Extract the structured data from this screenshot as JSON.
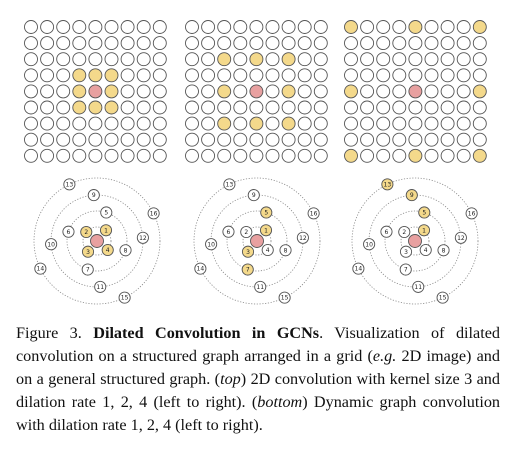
{
  "colors": {
    "empty_fill": "#ffffff",
    "node_stroke": "#555555",
    "neighbor_fill": "#f4d98b",
    "center_fill": "#e8a0a0",
    "orbit_stroke": "#888888"
  },
  "grid_panels": [
    {
      "dilation": 1,
      "center": [
        4,
        4
      ],
      "highlight_offsets": [
        [
          -1,
          -1
        ],
        [
          -1,
          0
        ],
        [
          -1,
          1
        ],
        [
          0,
          -1
        ],
        [
          0,
          1
        ],
        [
          1,
          -1
        ],
        [
          1,
          0
        ],
        [
          1,
          1
        ]
      ]
    },
    {
      "dilation": 2,
      "center": [
        4,
        4
      ],
      "highlight_offsets": [
        [
          -2,
          -2
        ],
        [
          -2,
          0
        ],
        [
          -2,
          2
        ],
        [
          0,
          -2
        ],
        [
          0,
          2
        ],
        [
          2,
          -2
        ],
        [
          2,
          0
        ],
        [
          2,
          2
        ]
      ]
    },
    {
      "dilation": 4,
      "center": [
        4,
        4
      ],
      "highlight_offsets": [
        [
          -4,
          -4
        ],
        [
          -4,
          0
        ],
        [
          -4,
          4
        ],
        [
          0,
          -4
        ],
        [
          0,
          4
        ],
        [
          4,
          -4
        ],
        [
          4,
          0
        ],
        [
          4,
          4
        ]
      ]
    }
  ],
  "graph_nodes": [
    "1",
    "2",
    "3",
    "4",
    "5",
    "6",
    "7",
    "8",
    "9",
    "10",
    "11",
    "12",
    "13",
    "14",
    "15",
    "16"
  ],
  "graph_panels": [
    {
      "dilation": 1,
      "highlighted": [
        "1",
        "2",
        "3",
        "4"
      ]
    },
    {
      "dilation": 2,
      "highlighted": [
        "1",
        "3",
        "5",
        "7"
      ]
    },
    {
      "dilation": 4,
      "highlighted": [
        "1",
        "5",
        "9",
        "13"
      ]
    }
  ],
  "caption": {
    "label": "Figure 3. ",
    "title": "Dilated Convolution in GCNs",
    "t1": ". Visualization of dilated convolution on a structured graph arranged in a grid (",
    "eg": "e.g.",
    "t2": " 2D image) and on a general structured graph. (",
    "top": "top",
    "t3": ") 2D convolution with kernel size 3 and dilation rate 1, 2, 4 (left to right). (",
    "bottom": "bottom",
    "t4": ") Dynamic graph convolution with dilation rate 1, 2, 4 (left to right)."
  }
}
